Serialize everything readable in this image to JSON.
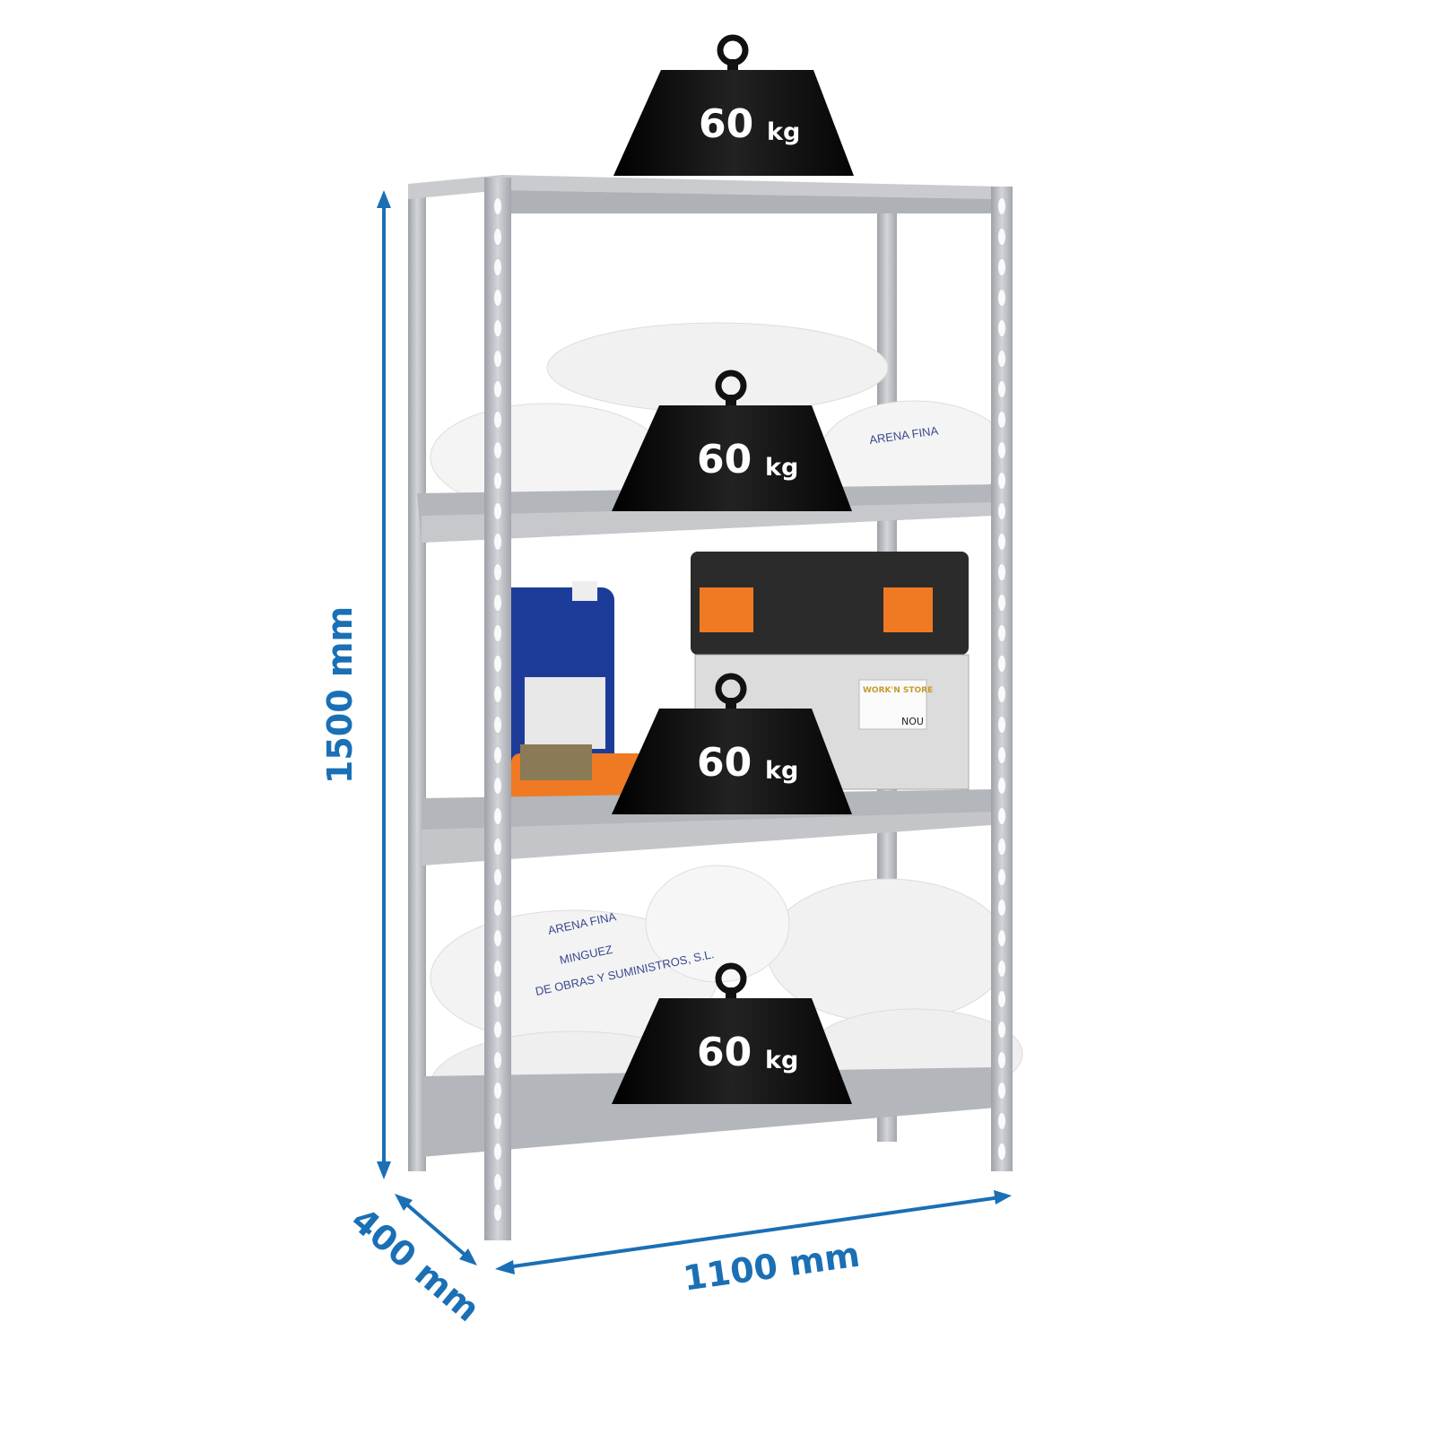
{
  "weights": [
    {
      "value": "60",
      "unit": "kg"
    },
    {
      "value": "60",
      "unit": "kg"
    },
    {
      "value": "60",
      "unit": "kg"
    },
    {
      "value": "60",
      "unit": "kg"
    }
  ],
  "dimensions": {
    "height": "1500 mm",
    "depth": "400 mm",
    "width": "1100 mm"
  },
  "bag_labels": {
    "product": "ARENA FINA",
    "brand": "MINGUEZ",
    "company": "DE OBRAS Y SUMINISTROS, S.L."
  },
  "toolbox": {
    "label": "WORK'N STORE",
    "brand": "NOU"
  },
  "colors": {
    "dimension": "#1a6fb5",
    "steel": "#b9bcc2",
    "weight": "#0d0d0d",
    "accent": "#f07a23"
  }
}
